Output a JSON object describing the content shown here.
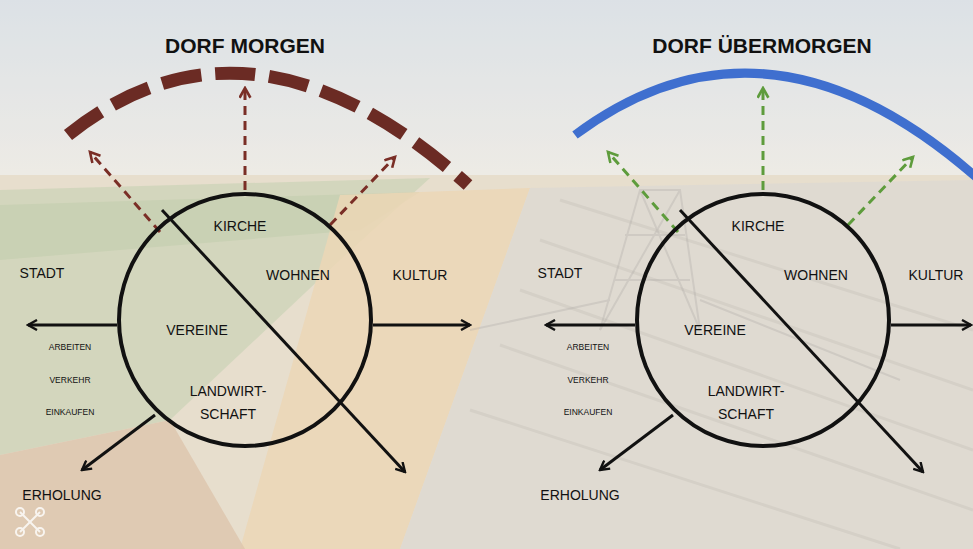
{
  "diagram": {
    "nodes": [
      {
        "text": [
          "KIRCHE",
          "WOHNEN",
          "VEREINE",
          "LANDWIRT- SCHAFT"
        ]
      },
      {
        "text": [
          "KIRCHE",
          "WOHNEN",
          "VEREINE",
          "LANDWIRT- SCHAFT"
        ]
      }
    ],
    "labels": [
      "DORF MORGEN",
      "STADT",
      "KULTUR",
      "ARBEITEN",
      "VERKEHR",
      "EINKAUFEN",
      "ERHOLUNG",
      "DORF ÜBERMORGEN",
      "STADT",
      "KULTUR",
      "ARBEITEN",
      "VERKEHR",
      "EINKAUFEN",
      "ERHOLUNG"
    ]
  }
}
